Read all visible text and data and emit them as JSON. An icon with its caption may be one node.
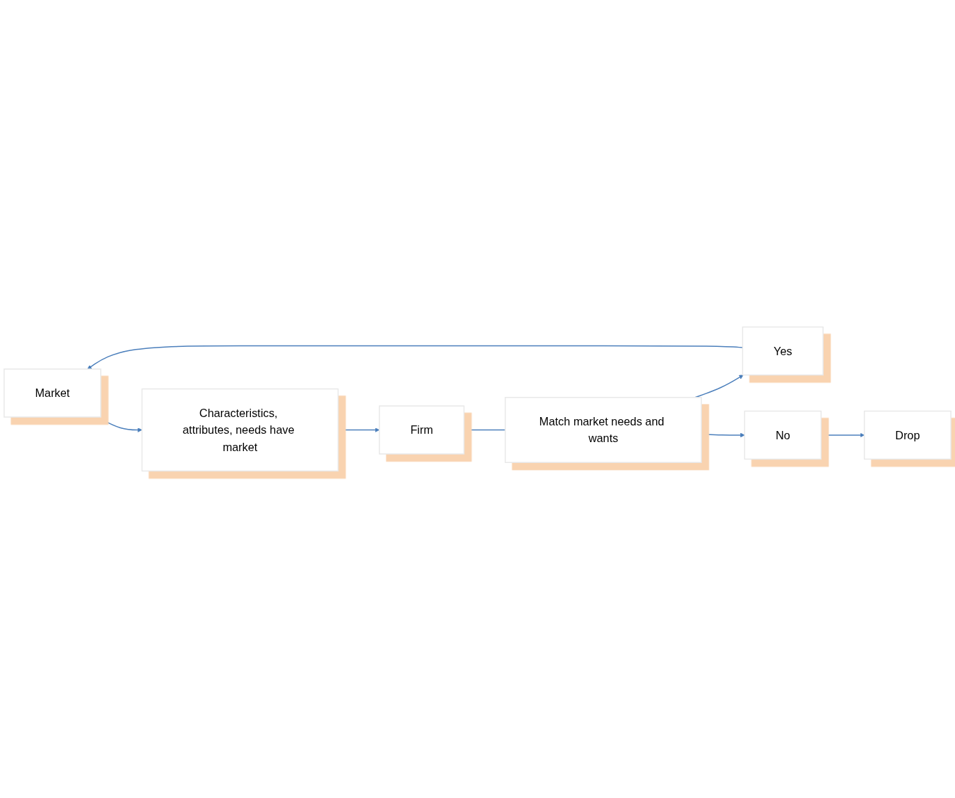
{
  "diagram": {
    "nodes": [
      {
        "text": [
          "Market"
        ]
      },
      {
        "text": [
          "Characteristics, attributes, needs have market"
        ]
      },
      {
        "text": [
          "Firm"
        ]
      },
      {
        "text": [
          "Match market needs and wants"
        ]
      },
      {
        "text": [
          "Yes"
        ]
      },
      {
        "text": [
          "No"
        ]
      },
      {
        "text": [
          "Drop"
        ]
      }
    ],
    "edges": [
      {
        "from": 0,
        "to": 1,
        "arrow": "to"
      },
      {
        "from": 1,
        "to": 2,
        "arrow": "to"
      },
      {
        "from": 2,
        "to": 3,
        "arrow": "none"
      },
      {
        "from": 3,
        "to": 4,
        "arrow": "to"
      },
      {
        "from": 4,
        "to": 0,
        "arrow": "to"
      },
      {
        "from": 3,
        "to": 5,
        "arrow": "to"
      },
      {
        "from": 5,
        "to": 6,
        "arrow": "to"
      }
    ]
  }
}
